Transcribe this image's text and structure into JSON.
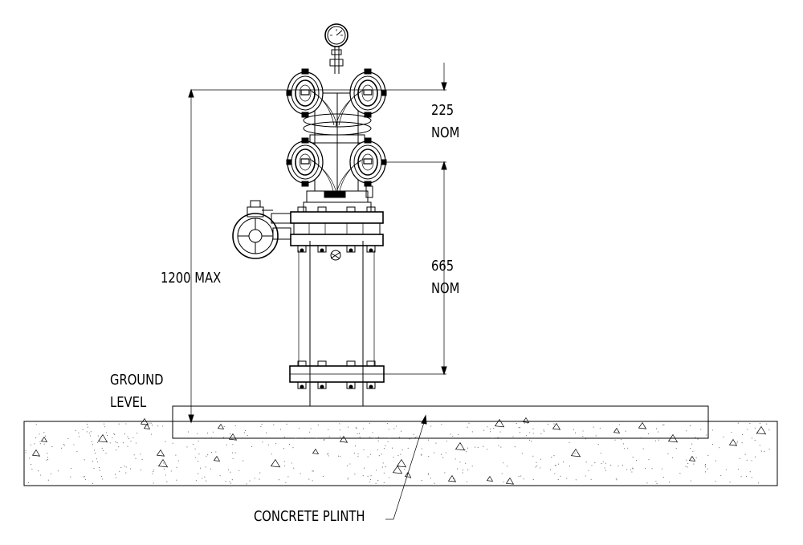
{
  "labels": {
    "dim_225": "225",
    "dim_225_nom": "NOM",
    "dim_665": "665",
    "dim_665_nom": "NOM",
    "dim_1200": "1200 MAX",
    "ground_1": "GROUND",
    "ground_2": "LEVEL",
    "plinth": "CONCRETE PLINTH"
  }
}
